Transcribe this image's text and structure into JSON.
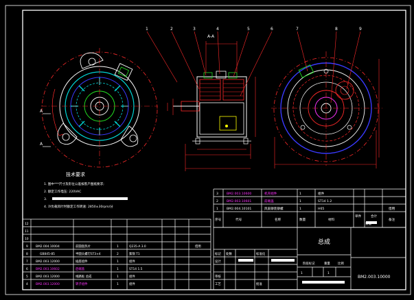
{
  "colors": {
    "background": "#000000",
    "frame": "#ffffff",
    "red": "#ff2a2a",
    "blue": "#3a3aff",
    "cyan": "#00d8d8",
    "green": "#22dd22",
    "yellow": "#ffff00",
    "magenta": "#ff33ff"
  },
  "callouts": [
    "1",
    "2",
    "3",
    "4",
    "5",
    "6",
    "7",
    "8",
    "9"
  ],
  "section_label": "A-A",
  "view_markers": [
    "A",
    "A"
  ],
  "notes": {
    "title": "技术要求",
    "items": [
      "1. 图中***尺寸及形位公差按客户图纸要求;",
      "2. 额定工作电压: 220VAC",
      "3.",
      "4. 冷负载风叶时额定工作转速: 2850±30rpm/分"
    ]
  },
  "parts_top": [
    {
      "no": "3",
      "code": "BM2.003.10600",
      "name": "机壳组件",
      "qty": "1",
      "material": "组件",
      "note": ""
    },
    {
      "no": "2",
      "code": "BM2.003.10601",
      "name": "前端盖",
      "qty": "1",
      "material": "ST14  1.2",
      "note": ""
    },
    {
      "no": "1",
      "code": "BM2.004.10101",
      "name": "风扇铆装铆螺",
      "qty": "1",
      "material": "H65",
      "note": "借用"
    }
  ],
  "parts_header": {
    "no": "序号",
    "code": "代号",
    "name": "名称",
    "qty": "数量",
    "material": "材料",
    "unit": "单件",
    "total": "合计",
    "weight": "重量",
    "note": "备注"
  },
  "parts_left": [
    {
      "no": "12",
      "code": "",
      "name": "",
      "qty": "",
      "material": "",
      "note": ""
    },
    {
      "no": "11",
      "code": "",
      "name": "",
      "qty": "",
      "material": "",
      "note": ""
    },
    {
      "no": "10",
      "code": "",
      "name": "",
      "qty": "",
      "material": "",
      "note": ""
    },
    {
      "no": "9",
      "code": "BM2.004.10004",
      "name": "前圆盘热片",
      "qty": "1",
      "material": "Q235-A  3.0",
      "note": "借用"
    },
    {
      "no": "8",
      "code": "GB845-85",
      "name": "半圆头螺钉ST3×4",
      "qty": "2",
      "material": "紫铜 T1",
      "note": ""
    },
    {
      "no": "7",
      "code": "BM2.003.12000",
      "name": "插座组件",
      "qty": "1",
      "material": "组件",
      "note": ""
    },
    {
      "no": "6",
      "code": "BM2.003.10602",
      "name": "后端盖",
      "qty": "1",
      "material": "ST14  1.5",
      "note": ""
    },
    {
      "no": "5",
      "code": "BM2.003.12000",
      "name": "线路板 总成",
      "qty": "1",
      "material": "组件",
      "note": ""
    },
    {
      "no": "4",
      "code": "BM2.003.12000",
      "name": "转子组件",
      "qty": "1",
      "material": "组件",
      "note": ""
    }
  ],
  "title_block": {
    "name": "总成",
    "drawing_no": "BM2.003.10000",
    "labels": {
      "mark": "标记",
      "sign": "处数",
      "design": "设计",
      "standard": "标准化",
      "check": "审核",
      "process": "工艺",
      "approve": "批准",
      "stage": "阶段标记",
      "weight": "重量",
      "scale": "比例"
    },
    "sheet": "1",
    "of": "1"
  }
}
